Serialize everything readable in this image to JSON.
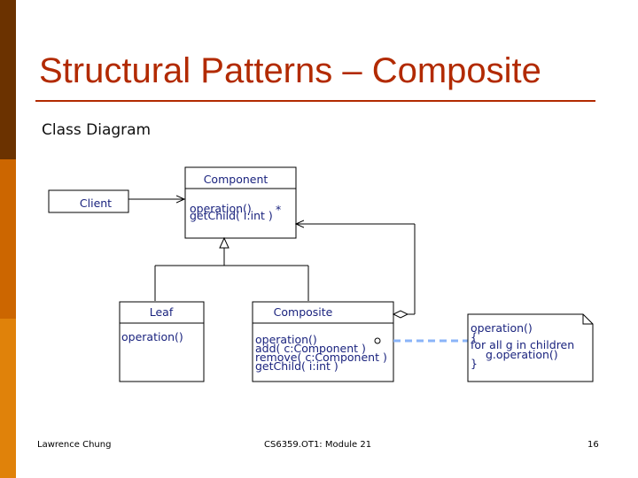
{
  "slide": {
    "title": "Structural Patterns – Composite",
    "subtitle": "Class Diagram",
    "colors": {
      "title": "#b22a00",
      "sidebar_dark": "#6b3200",
      "sidebar_mid": "#cc6600",
      "sidebar_light": "#e0820a",
      "dependency_line": "#8ab4f8"
    }
  },
  "diagram": {
    "component": {
      "name": "Component",
      "ops": [
        "operation()",
        "getChild( i:int )"
      ]
    },
    "client": {
      "name": "Client"
    },
    "leaf": {
      "name": "Leaf",
      "ops": [
        "operation()"
      ]
    },
    "composite": {
      "name": "Composite",
      "ops": [
        "operation()",
        "add( c:Component )",
        "remove( c:Component )",
        "getChild( i:int )"
      ]
    },
    "note": {
      "lines": [
        "operation()",
        "{",
        "for all g in children",
        "g.operation()",
        "}"
      ]
    },
    "multiplicity": "*"
  },
  "footer": {
    "author": "Lawrence Chung",
    "course": "CS6359.OT1: Module 21",
    "page": "16"
  }
}
